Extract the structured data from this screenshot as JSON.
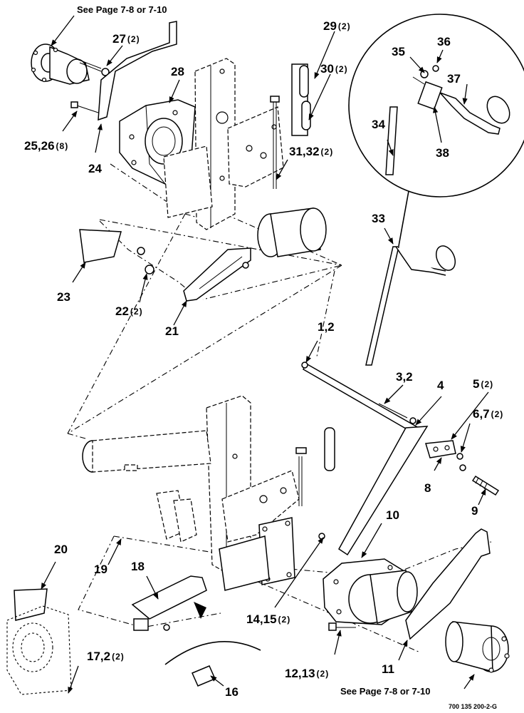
{
  "notes": {
    "top_ref": "See Page 7-8 or 7-10",
    "bottom_ref": "See Page 7-8 or 7-10",
    "drawing_code": "700 135 200-2-G"
  },
  "callouts": [
    {
      "id": "c27",
      "text": "27",
      "qty": "(2)"
    },
    {
      "id": "c28",
      "text": "28",
      "qty": ""
    },
    {
      "id": "c29",
      "text": "29",
      "qty": "(2)"
    },
    {
      "id": "c30",
      "text": "30",
      "qty": "(2)"
    },
    {
      "id": "c25",
      "text": "25,26",
      "qty": "(8)"
    },
    {
      "id": "c24",
      "text": "24",
      "qty": ""
    },
    {
      "id": "c31",
      "text": "31,32",
      "qty": "(2)"
    },
    {
      "id": "c35",
      "text": "35",
      "qty": ""
    },
    {
      "id": "c36",
      "text": "36",
      "qty": ""
    },
    {
      "id": "c37",
      "text": "37",
      "qty": ""
    },
    {
      "id": "c34",
      "text": "34",
      "qty": ""
    },
    {
      "id": "c38",
      "text": "38",
      "qty": ""
    },
    {
      "id": "c33",
      "text": "33",
      "qty": ""
    },
    {
      "id": "c23",
      "text": "23",
      "qty": ""
    },
    {
      "id": "c22",
      "text": "22",
      "qty": "(2)"
    },
    {
      "id": "c21",
      "text": "21",
      "qty": ""
    },
    {
      "id": "c1",
      "text": "1,2",
      "qty": ""
    },
    {
      "id": "c3",
      "text": "3,2",
      "qty": ""
    },
    {
      "id": "c4",
      "text": "4",
      "qty": ""
    },
    {
      "id": "c5",
      "text": "5",
      "qty": "(2)"
    },
    {
      "id": "c6",
      "text": "6,7",
      "qty": "(2)"
    },
    {
      "id": "c8",
      "text": "8",
      "qty": ""
    },
    {
      "id": "c9",
      "text": "9",
      "qty": ""
    },
    {
      "id": "c10",
      "text": "10",
      "qty": ""
    },
    {
      "id": "c20",
      "text": "20",
      "qty": ""
    },
    {
      "id": "c19",
      "text": "19",
      "qty": ""
    },
    {
      "id": "c18",
      "text": "18",
      "qty": ""
    },
    {
      "id": "c14",
      "text": "14,15",
      "qty": "(2)"
    },
    {
      "id": "c17",
      "text": "17,2",
      "qty": "(2)"
    },
    {
      "id": "c12",
      "text": "12,13",
      "qty": "(2)"
    },
    {
      "id": "c11",
      "text": "11",
      "qty": ""
    },
    {
      "id": "c16",
      "text": "16",
      "qty": ""
    }
  ]
}
